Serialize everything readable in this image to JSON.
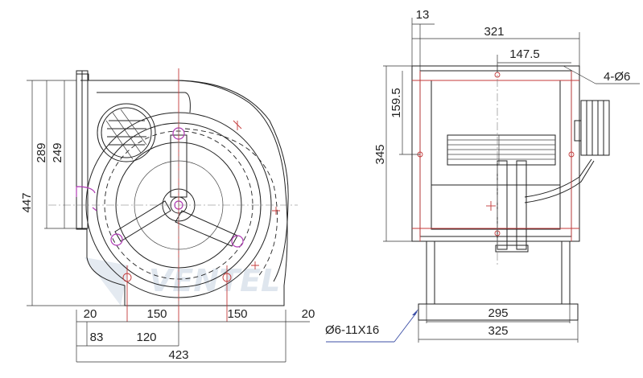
{
  "watermark": "VENTEL",
  "side_view": {
    "dims": {
      "height_total": "447",
      "height_289": "289",
      "height_249": "249",
      "base_20_left": "20",
      "base_150_left": "150",
      "base_150_right": "150",
      "base_20_right": "20",
      "base_83": "83",
      "base_120": "120",
      "width_total": "423"
    }
  },
  "front_view": {
    "dims": {
      "top_13": "13",
      "width_321": "321",
      "width_147_5": "147.5",
      "holes": "4-Ø6",
      "height_159_5": "159.5",
      "height_345": "345",
      "base_295": "295",
      "base_325": "325",
      "slot": "Ø6-11X16"
    }
  },
  "colors": {
    "line": "#222222",
    "hidden_red": "#c43a3a",
    "magenta": "#b03cb5",
    "callout_blue": "#3c4fa6"
  }
}
